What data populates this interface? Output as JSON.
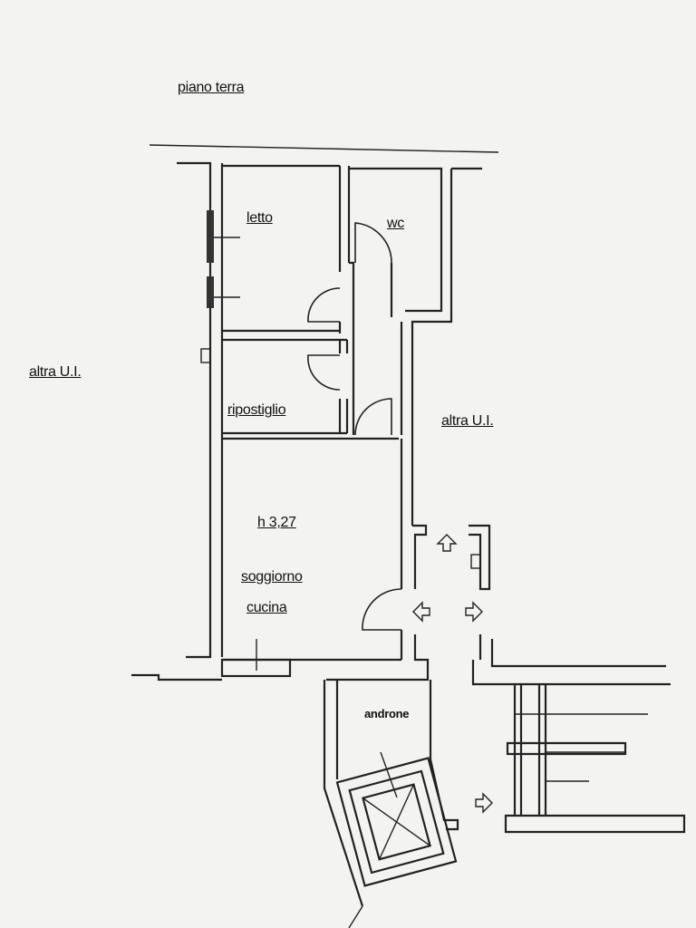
{
  "floor_label": "piano terra",
  "rooms": {
    "letto": "letto",
    "wc": "wc",
    "ripostiglio": "ripostiglio",
    "height": "h 3,27",
    "soggiorno": "soggiorno",
    "cucina": "cucina",
    "androne": "androne"
  },
  "neighbors": {
    "left": "altra U.I.",
    "right": "altra U.I."
  }
}
